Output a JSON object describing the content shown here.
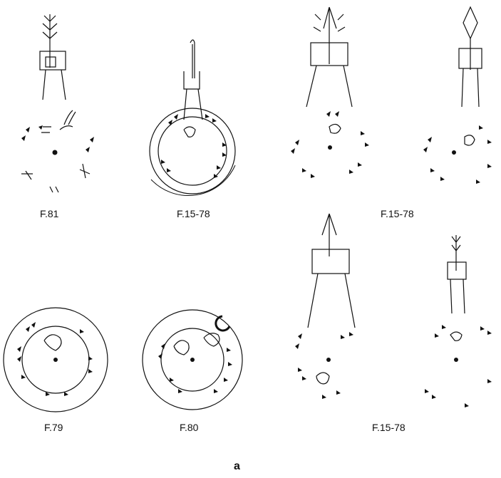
{
  "figure": {
    "panel_letter": "a",
    "ink_color": "#111111",
    "labels": [
      "F.81",
      "F.15-78",
      "F.15-78",
      "F.79",
      "F.80",
      "F.15-78"
    ]
  }
}
